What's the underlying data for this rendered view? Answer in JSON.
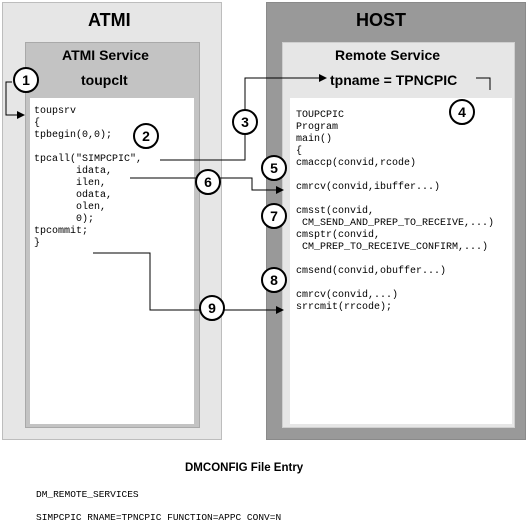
{
  "atmi": {
    "title": "ATMI",
    "service_title": "ATMI Service",
    "client_name": "toupclt",
    "code_lines": [
      "toupsrv",
      "{",
      "tpbegin(0,0);",
      "",
      "tpcall(\"SIMPCPIC\",",
      "       idata,",
      "       ilen,",
      "       odata,",
      "       olen,",
      "       0);",
      "tpcommit;",
      "}"
    ]
  },
  "host": {
    "title": "HOST",
    "service_title": "Remote Service",
    "tpname_label": "tpname = TPNCPIC",
    "code_lines": [
      "TOUPCPIC",
      "Program",
      "main()",
      "{",
      "cmaccp(convid,rcode)",
      "",
      "cmrcv(convid,ibuffer...)",
      "",
      "cmsst(convid,",
      " CM_SEND_AND_PREP_TO_RECEIVE,...)",
      "cmsptr(convid,",
      " CM_PREP_TO_RECEIVE_CONFIRM,...)",
      "",
      "cmsend(convid,obuffer...)",
      "",
      "cmrcv(convid,...)",
      "srrcmit(rrcode);"
    ]
  },
  "steps": [
    "1",
    "2",
    "3",
    "4",
    "5",
    "6",
    "7",
    "8",
    "9"
  ],
  "footer": {
    "title": "DMCONFIG File Entry",
    "line1": "DM_REMOTE_SERVICES",
    "line2": "SIMPCPIC RNAME=TPNCPIC FUNCTION=APPC CONV=N"
  }
}
